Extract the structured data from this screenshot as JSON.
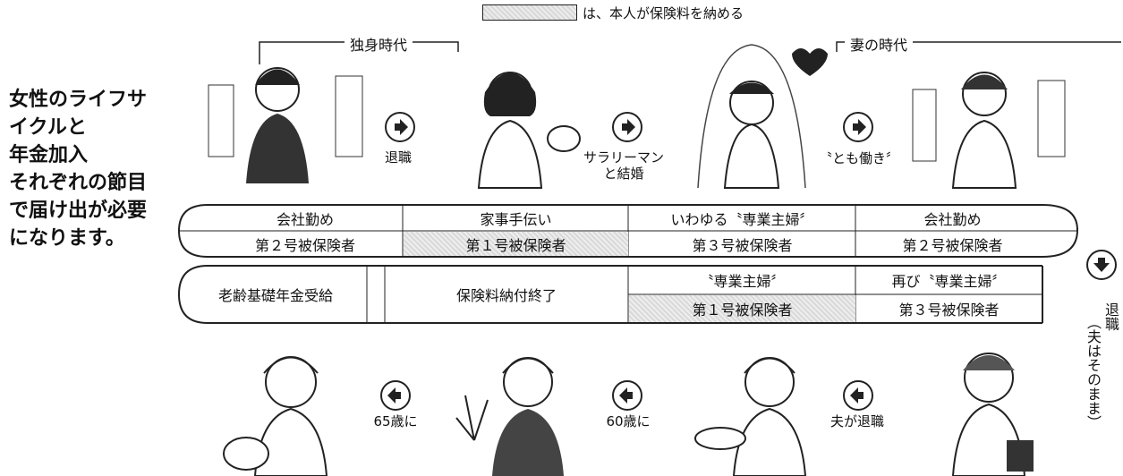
{
  "legend": {
    "text": "は、本人が保険料を納める"
  },
  "eras": {
    "single": "独身時代",
    "wife": "妻の時代"
  },
  "left_title": "女性のライフサ\nイクルと\n年金加入\nそれぞれの節目\nで届け出が必要\nになります。",
  "top_transitions": [
    {
      "label": "退職"
    },
    {
      "label_line1": "サラリーマン",
      "label_line2": "と結婚"
    },
    {
      "label": "〝とも働き〞"
    }
  ],
  "track_top": [
    {
      "role": "会社勤め",
      "status": "第２号被保険者",
      "shaded": false
    },
    {
      "role": "家事手伝い",
      "status": "第１号被保険者",
      "shaded": true
    },
    {
      "role": "いわゆる〝専業主婦〞",
      "status": "第３号被保険者",
      "shaded": false
    },
    {
      "role": "会社勤め",
      "status": "第２号被保険者",
      "shaded": false
    }
  ],
  "track_bottom": [
    {
      "role": "老齢基礎年金受給"
    },
    {
      "role": "保険料納付終了"
    },
    {
      "role": "〝専業主婦〞",
      "status": "第１号被保険者",
      "shaded": true
    },
    {
      "role": "再び〝専業主婦〞",
      "status": "第３号被保険者",
      "shaded": false
    }
  ],
  "right_transition": {
    "main": "退職",
    "note": "（夫はそのまま）"
  },
  "bottom_transitions": [
    {
      "label": "65歳に"
    },
    {
      "label": "60歳に"
    },
    {
      "label": "夫が退職"
    }
  ]
}
